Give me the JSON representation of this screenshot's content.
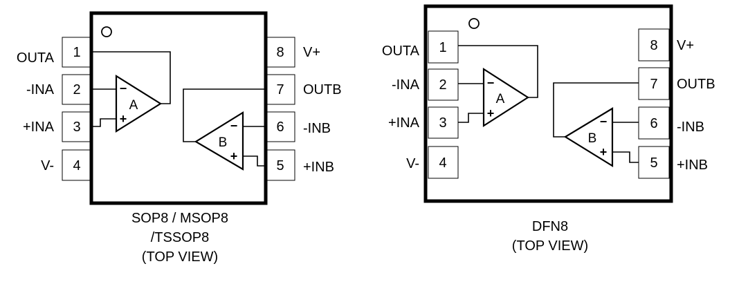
{
  "packages": [
    {
      "id": "sop8",
      "caption_lines": [
        "SOP8 / MSOP8",
        "/TSSOP8",
        "(TOP VIEW)"
      ],
      "pins": [
        {
          "num": "1",
          "label": "OUTA"
        },
        {
          "num": "2",
          "label": "-INA"
        },
        {
          "num": "3",
          "label": "+INA"
        },
        {
          "num": "4",
          "label": "V-"
        },
        {
          "num": "5",
          "label": "+INB"
        },
        {
          "num": "6",
          "label": "-INB"
        },
        {
          "num": "7",
          "label": "OUTB"
        },
        {
          "num": "8",
          "label": "V+"
        }
      ],
      "amplifiers": [
        {
          "name": "A",
          "minus": "−",
          "plus": "+"
        },
        {
          "name": "B",
          "minus": "−",
          "plus": "+"
        }
      ]
    },
    {
      "id": "dfn8",
      "caption_lines": [
        "DFN8",
        "(TOP VIEW)"
      ],
      "pins": [
        {
          "num": "1",
          "label": "OUTA"
        },
        {
          "num": "2",
          "label": "-INA"
        },
        {
          "num": "3",
          "label": "+INA"
        },
        {
          "num": "4",
          "label": "V-"
        },
        {
          "num": "5",
          "label": "+INB"
        },
        {
          "num": "6",
          "label": "-INB"
        },
        {
          "num": "7",
          "label": "OUTB"
        },
        {
          "num": "8",
          "label": "V+"
        }
      ],
      "amplifiers": [
        {
          "name": "A",
          "minus": "−",
          "plus": "+"
        },
        {
          "name": "B",
          "minus": "−",
          "plus": "+"
        }
      ]
    }
  ]
}
